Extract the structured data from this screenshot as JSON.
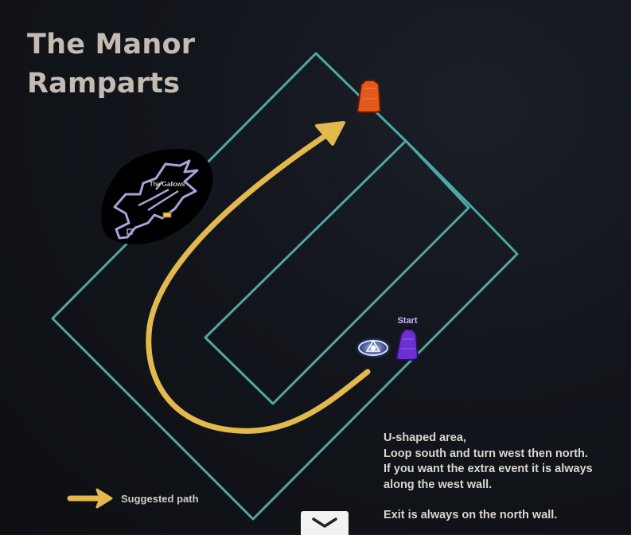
{
  "map": {
    "title_line1": "The Manor",
    "title_line2": "Ramparts",
    "gallows_label": "The Gallows",
    "start_label": "Start"
  },
  "notes": {
    "paragraph1": "U-shaped area,\nLoop south and turn west then north.\nIf you want the extra event it is always along the west wall.",
    "paragraph2": "Exit is always on the north wall."
  },
  "legend": {
    "label": "Suggested path",
    "icon": "arrow-icon"
  },
  "controls": {
    "expand_icon": "chevron-down-icon"
  },
  "colors": {
    "wall": "#4fa7a3",
    "path": "#e3b84c",
    "exit_marker": "#e2591c",
    "start_marker": "#6a30d0",
    "waypoint": "#9db8ff",
    "gallows_outline": "#a9a2da"
  }
}
